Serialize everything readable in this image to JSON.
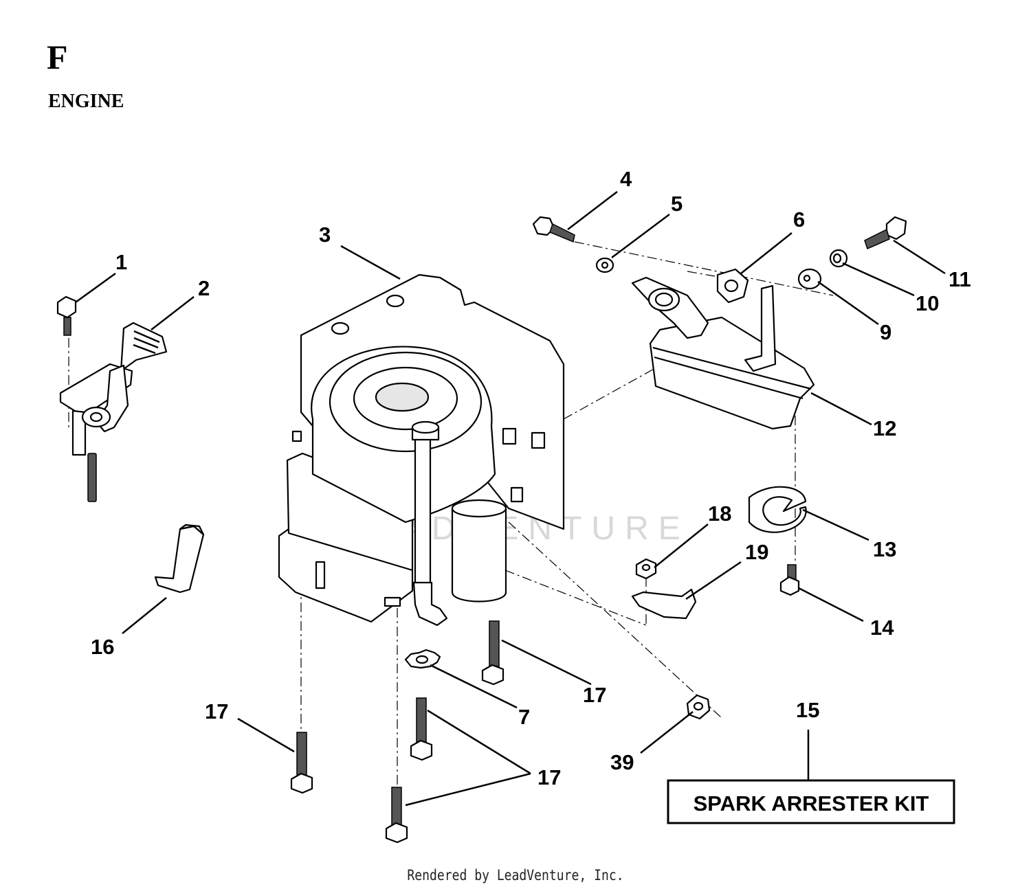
{
  "header": {
    "section_letter": "F",
    "section_title": "ENGINE"
  },
  "watermark": "LEADVENTURE",
  "callouts": [
    {
      "id": "c1",
      "label": "1"
    },
    {
      "id": "c2",
      "label": "2"
    },
    {
      "id": "c3",
      "label": "3"
    },
    {
      "id": "c4",
      "label": "4"
    },
    {
      "id": "c5",
      "label": "5"
    },
    {
      "id": "c6",
      "label": "6"
    },
    {
      "id": "c7",
      "label": "7"
    },
    {
      "id": "c9",
      "label": "9"
    },
    {
      "id": "c10",
      "label": "10"
    },
    {
      "id": "c11",
      "label": "11"
    },
    {
      "id": "c12",
      "label": "12"
    },
    {
      "id": "c13",
      "label": "13"
    },
    {
      "id": "c14",
      "label": "14"
    },
    {
      "id": "c15",
      "label": "15"
    },
    {
      "id": "c16",
      "label": "16"
    },
    {
      "id": "c17a",
      "label": "17"
    },
    {
      "id": "c17b",
      "label": "17"
    },
    {
      "id": "c17c",
      "label": "17"
    },
    {
      "id": "c18",
      "label": "18"
    },
    {
      "id": "c19",
      "label": "19"
    },
    {
      "id": "c39",
      "label": "39"
    }
  ],
  "kit_box": {
    "label": "SPARK ARRESTER KIT"
  },
  "footer": {
    "text": "Rendered by LeadVenture, Inc."
  }
}
